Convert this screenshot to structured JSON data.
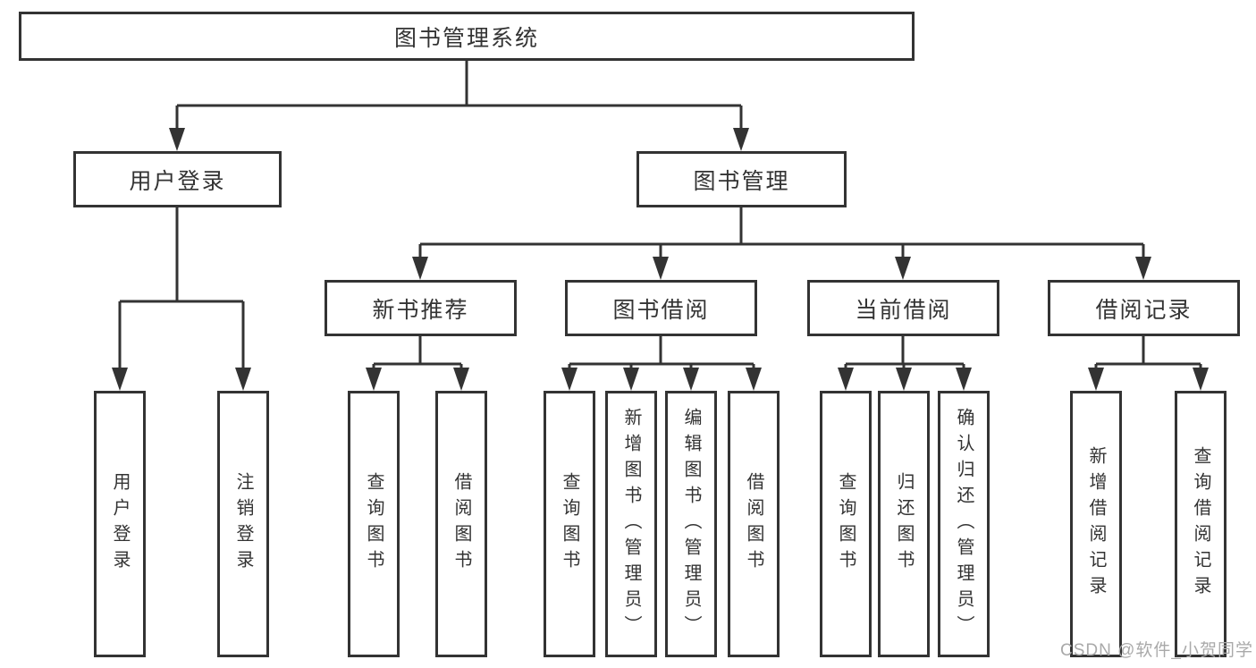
{
  "tree": {
    "root": {
      "label": "图书管理系统"
    },
    "branches": [
      {
        "label": "用户登录",
        "children": [
          {
            "label": "用户登录"
          },
          {
            "label": "注销登录"
          }
        ]
      },
      {
        "label": "图书管理",
        "children": [
          {
            "label": "新书推荐",
            "children": [
              {
                "label": "查询图书"
              },
              {
                "label": "借阅图书"
              }
            ]
          },
          {
            "label": "图书借阅",
            "children": [
              {
                "label": "查询图书"
              },
              {
                "label": "新增图书（管理员）"
              },
              {
                "label": "编辑图书（管理员）"
              },
              {
                "label": "借阅图书"
              }
            ]
          },
          {
            "label": "当前借阅",
            "children": [
              {
                "label": "查询图书"
              },
              {
                "label": "归还图书"
              },
              {
                "label": "确认归还（管理员）"
              }
            ]
          },
          {
            "label": "借阅记录",
            "children": [
              {
                "label": "新增借阅记录"
              },
              {
                "label": "查询借阅记录"
              }
            ]
          }
        ]
      }
    ]
  },
  "watermark": {
    "text": "CSDN @软件_小贺同学"
  },
  "colors": {
    "line": "#333333",
    "text": "#333333",
    "background": "#ffffff",
    "watermark": "#a9a9a9"
  }
}
